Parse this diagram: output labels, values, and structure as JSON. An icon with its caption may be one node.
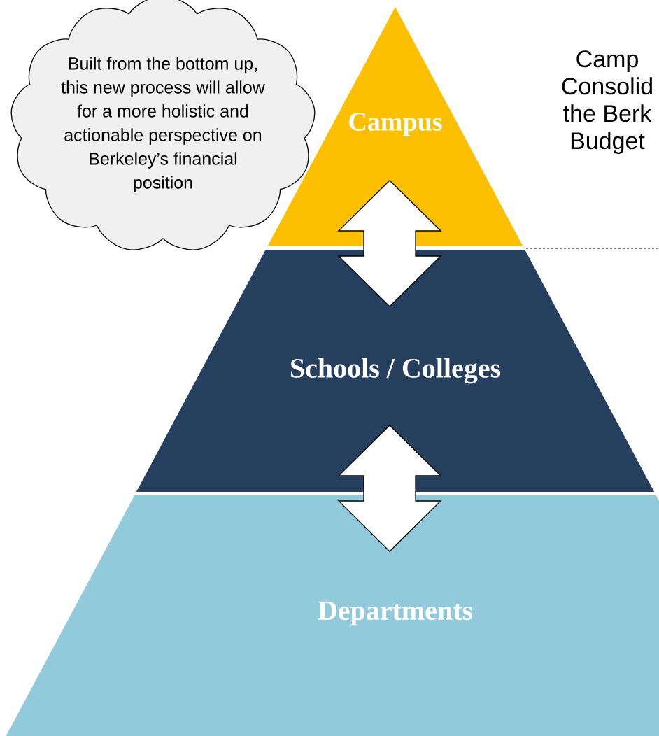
{
  "diagram": {
    "nodes": [
      {
        "text": [
          "Built from the bottom up, this new process will  allow for a more holistic and actionable perspective on Berkeley’s financial position"
        ]
      },
      {
        "text": [
          "Campus"
        ]
      },
      {
        "text": [
          "Schools / Colleges"
        ]
      },
      {
        "text": [
          "Departments"
        ]
      }
    ],
    "edges": [
      {
        "from": 1,
        "to": 2,
        "arrow": "both"
      },
      {
        "from": 2,
        "to": 3,
        "arrow": "both"
      }
    ],
    "labels": [
      "Camp Consolid the Berk Budget"
    ]
  }
}
